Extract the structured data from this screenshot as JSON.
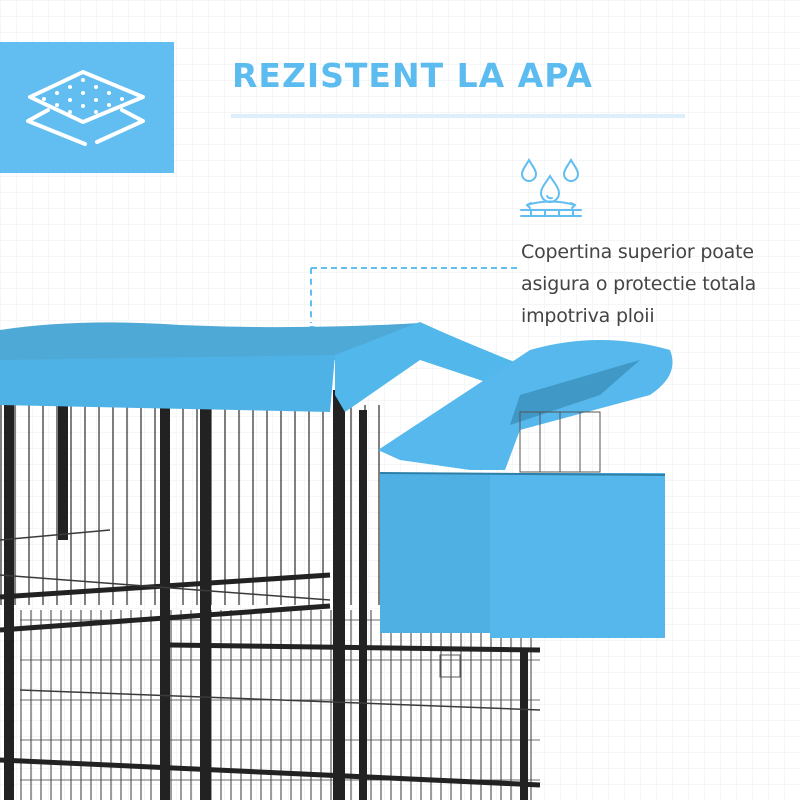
{
  "header": {
    "title": "REZISTENT LA APA",
    "feature_icon": "waterproof-layers-icon"
  },
  "feature": {
    "icon": "water-drops-repel-icon",
    "description_lines": [
      "Copertina superior poate",
      "asigura o protectie totala",
      "impotriva ploii"
    ]
  },
  "product": {
    "name": "cage-with-blue-cover",
    "callout": "roof-cover"
  },
  "colors": {
    "accent": "#62bdf0",
    "title": "#5cbcef",
    "rule": "#ddeffb",
    "text": "#444444",
    "cover": "#4fb2e6",
    "cage": "#2a2a2a"
  }
}
